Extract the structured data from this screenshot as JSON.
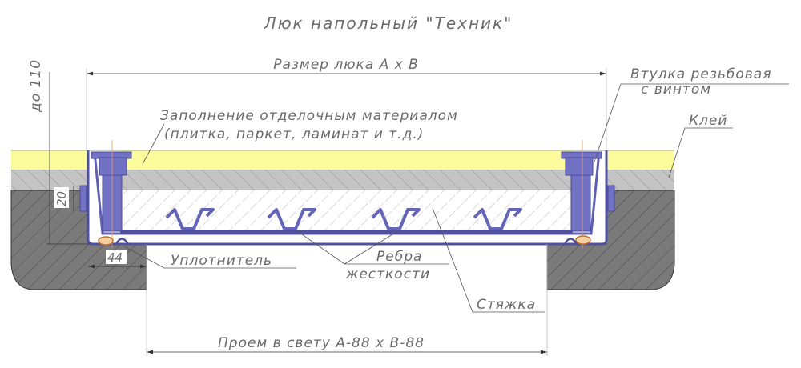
{
  "title": "Люк напольный \"Техник\"",
  "labels": {
    "hatch_size": "Размер люка А х В",
    "depth": "до 110",
    "bushing_line1": "Втулка резьбовая",
    "bushing_line2": "с винтом",
    "filling_line1": "Заполнение отделочным материалом",
    "filling_line2": "(плитка, паркет, ламинат и т.д.)",
    "glue": "Клей",
    "dim_20": "20",
    "dim_44": "44",
    "seal": "Уплотнитель",
    "ribs_line1": "Ребра",
    "ribs_line2": "жесткости",
    "screed": "Стяжка",
    "opening": "Проем в свету А-88 х В-88"
  },
  "colors": {
    "finish": "#fbfb9c",
    "glue": "#c4c4c4",
    "concrete": "#7a7a7a",
    "frame": "#7272c4",
    "seal": "#e8a060"
  }
}
